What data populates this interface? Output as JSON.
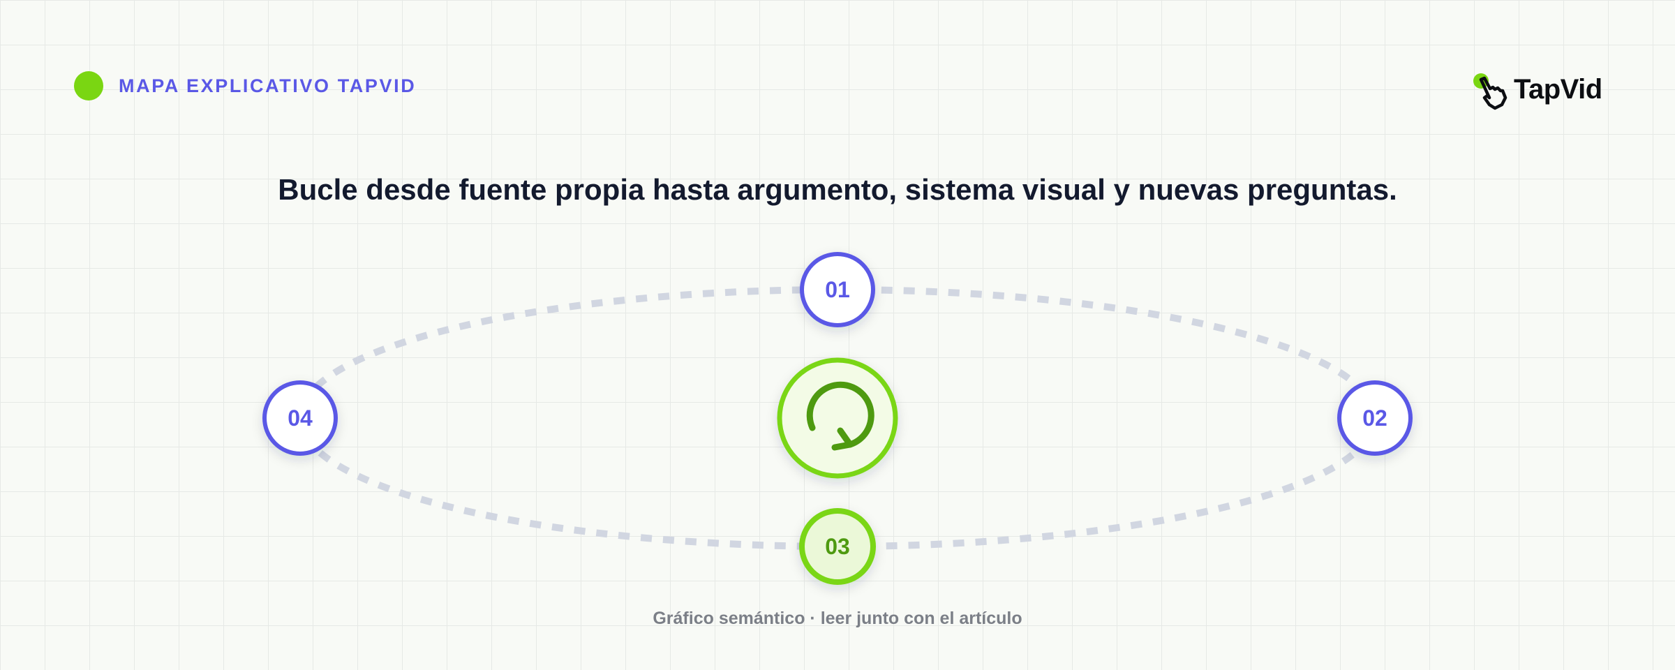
{
  "header": {
    "kicker": "MAPA EXPLICATIVO TAPVID",
    "logo_text": "TapVid"
  },
  "title": "Bucle desde fuente propia hasta argumento, sistema visual y nuevas preguntas.",
  "footer": "Gráfico semántico · leer junto con el artículo",
  "diagram": {
    "center_icon": "refresh-icon",
    "nodes": [
      {
        "label": "01",
        "style": "primary"
      },
      {
        "label": "02",
        "style": "primary"
      },
      {
        "label": "03",
        "style": "accent"
      },
      {
        "label": "04",
        "style": "primary"
      }
    ]
  },
  "colors": {
    "primary": "#5a58e6",
    "accent": "#7ad612",
    "accent_dark": "#4e9a10",
    "title": "#131a2e",
    "loop_path": "#d1d6e1"
  }
}
